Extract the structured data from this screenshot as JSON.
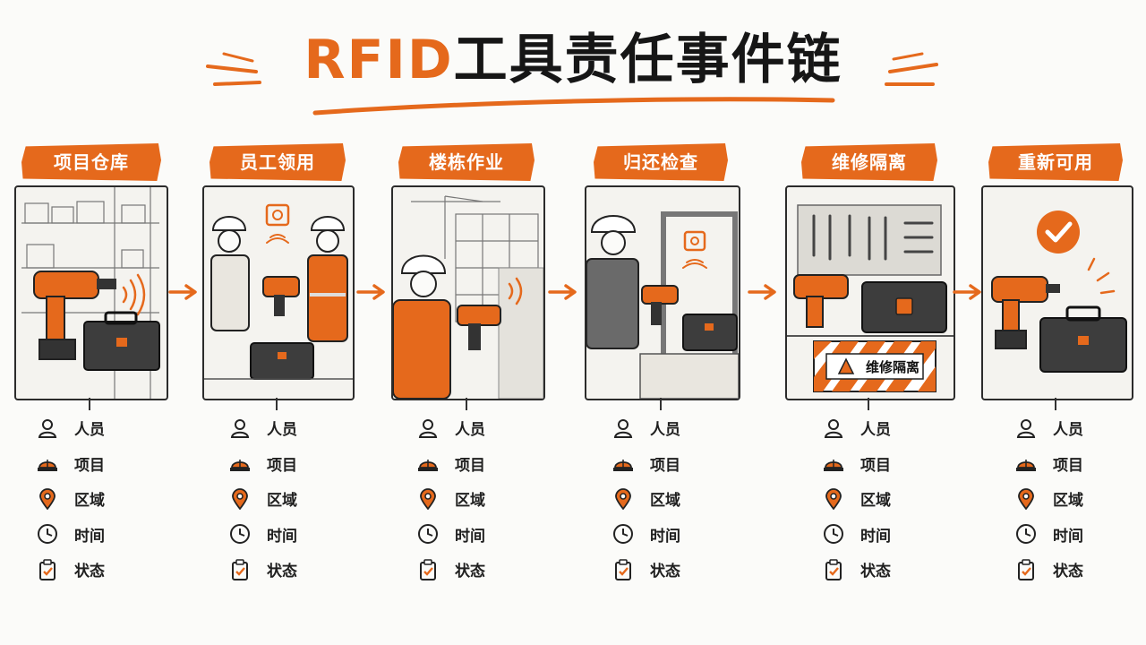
{
  "title": {
    "accent": "RFID",
    "main": "工具责任事件链"
  },
  "colors": {
    "accent": "#e5691c",
    "ink": "#1f1f1f",
    "panel_bg": "#f4f3ef"
  },
  "stages": [
    {
      "label": "项目仓库",
      "scene": "warehouse-shelves-drill-toolbox-rfid-signal"
    },
    {
      "label": "员工领用",
      "scene": "two-workers-handing-over-drill-rfid-tag"
    },
    {
      "label": "楼栋作业",
      "scene": "worker-drilling-construction-site-crane"
    },
    {
      "label": "归还检查",
      "scene": "worker-returning-drill-through-rfid-gate"
    },
    {
      "label": "维修隔离",
      "scene": "pegboard-tools-locked-toolbox-quarantine-sign",
      "badge": "维修隔离"
    },
    {
      "label": "重新可用",
      "scene": "drill-toolbox-check-mark"
    }
  ],
  "attributes": [
    {
      "label": "人员",
      "icon": "person-icon"
    },
    {
      "label": "项目",
      "icon": "hardhat-icon"
    },
    {
      "label": "区域",
      "icon": "location-pin-icon"
    },
    {
      "label": "时间",
      "icon": "clock-icon"
    },
    {
      "label": "状态",
      "icon": "clipboard-check-icon"
    }
  ],
  "arrow_icon": "arrow-right-icon"
}
